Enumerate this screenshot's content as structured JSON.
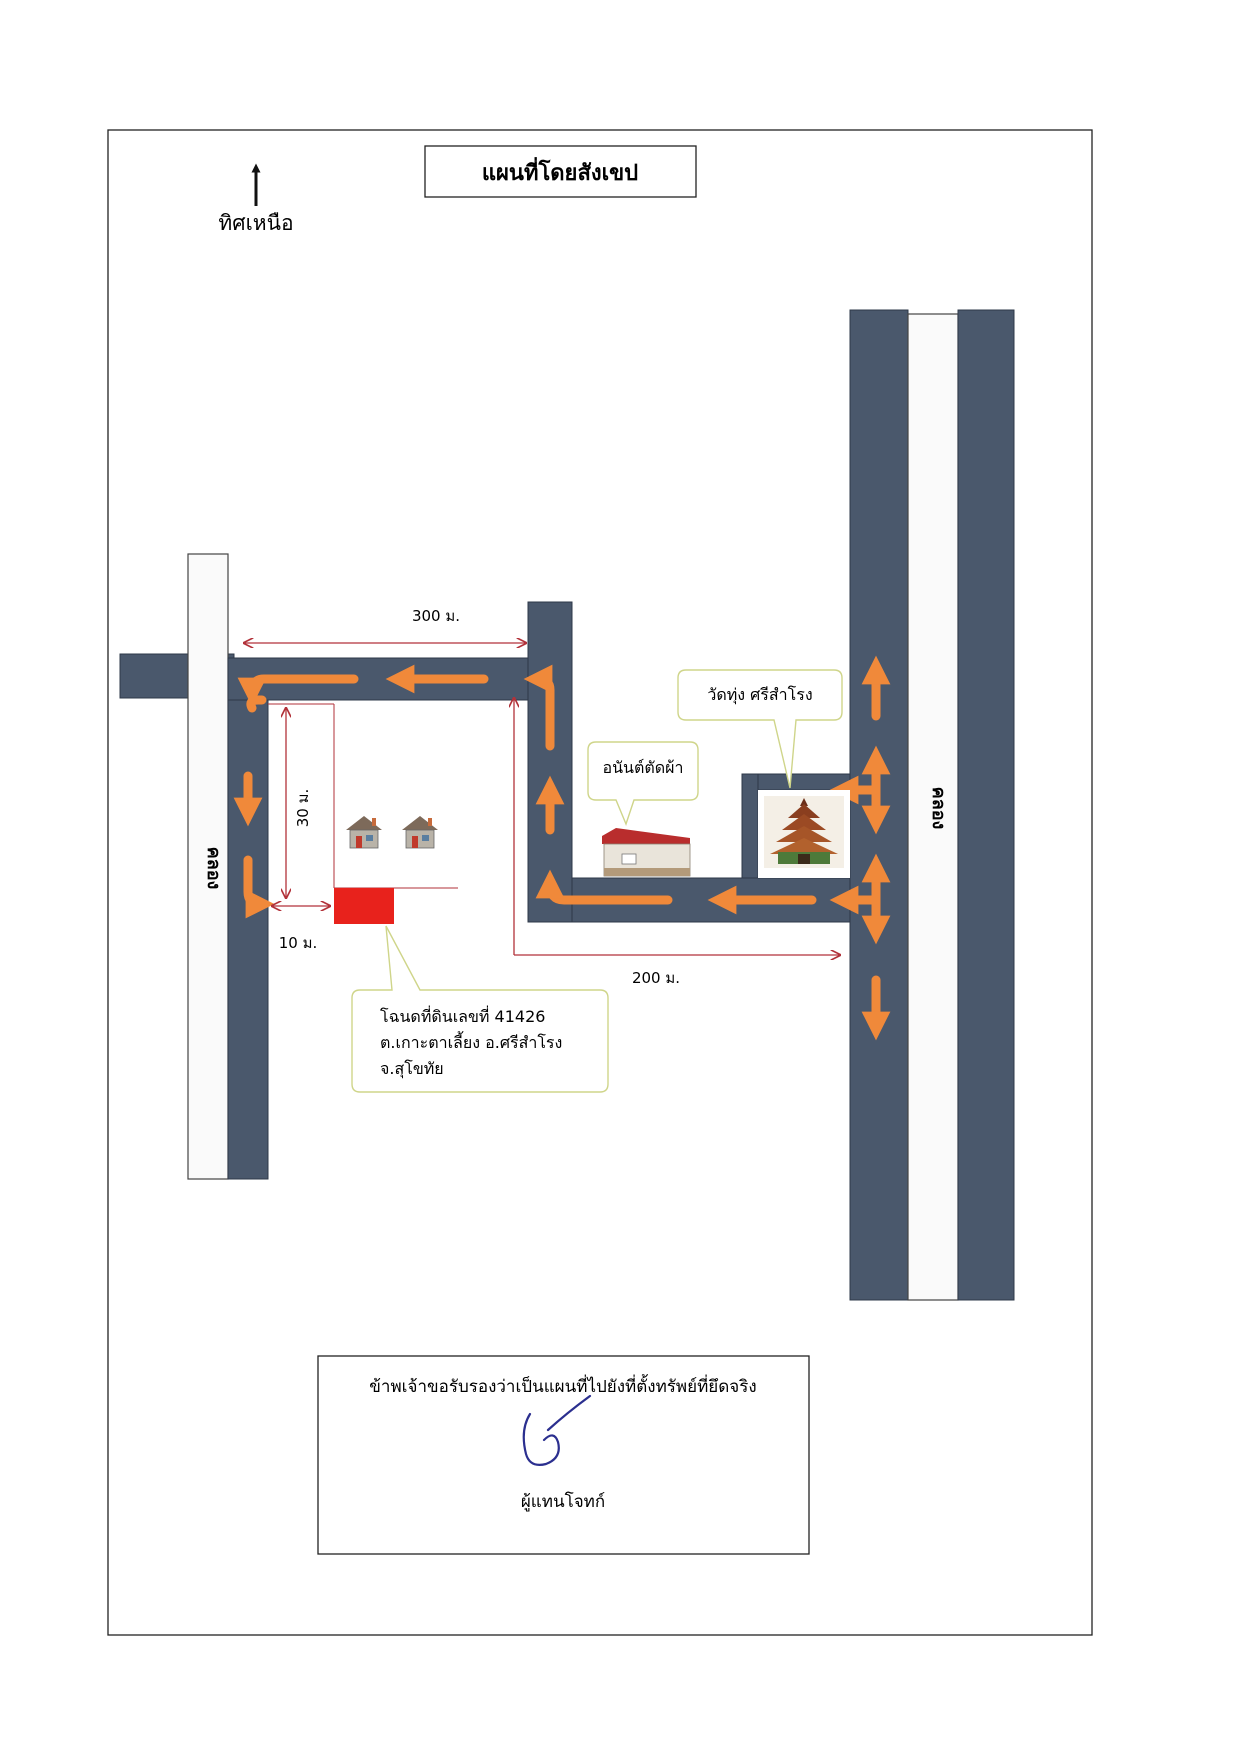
{
  "title": "แผนที่โดยสังเขป",
  "north_label": "ทิศเหนือ",
  "canals": {
    "left_label": "คลอง",
    "right_label": "คลอง"
  },
  "distances": {
    "top": "300 ม.",
    "bottom": "200 ม.",
    "height": "30 ม.",
    "width": "10 ม."
  },
  "landmarks": {
    "temple": "วัดทุ่ง ศรีสำโรง",
    "shop": "อนันต์ตัดผ้า"
  },
  "parcel": {
    "line1": "โฉนดที่ดินเลขที่ 41426",
    "line2": "ต.เกาะตาเลี้ยง อ.ศรีสำโรง",
    "line3": "จ.สุโขทัย"
  },
  "certification": {
    "statement": "ข้าพเจ้าขอรับรองว่าเป็นแผนที่ไปยังที่ตั้งทรัพย์ที่ยึดจริง",
    "role": "ผู้แทนโจทก์"
  },
  "colors": {
    "road": "#4a586c",
    "route": "#f0893a",
    "dimension": "#b2323a",
    "parcel": "#e8221c",
    "callout_border": "#cfd58a"
  },
  "icons": [
    "north-arrow-icon",
    "house-icon",
    "temple-icon",
    "shop-icon",
    "signature"
  ]
}
